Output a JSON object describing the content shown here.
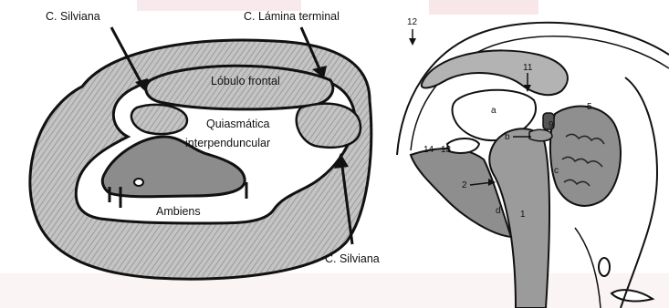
{
  "left_figure": {
    "labels": {
      "silviana_top": "C. Silviana",
      "lamina_terminal": "C. Lámina terminal",
      "lobulo_frontal": "Lóbulo frontal",
      "quiasmatica": "Quiasmática",
      "interpenduncular": "interpenduncular",
      "ambiens": "Ambiens",
      "silviana_bottom": "C. Silviana"
    }
  },
  "right_figure": {
    "labels": {
      "n12": "12",
      "n11": "11",
      "a": "a",
      "n5": "5",
      "n9": "9",
      "b": "b",
      "n14": "14",
      "n13": "13",
      "c": "c",
      "n2": "2",
      "d": "d",
      "n1": "1"
    }
  },
  "colors": {
    "background": "#ffffff",
    "tissue": "#a9a9a9",
    "dark_tissue": "#7a7a7a",
    "outline": "#111111",
    "watermark": "#f6e3e6"
  }
}
